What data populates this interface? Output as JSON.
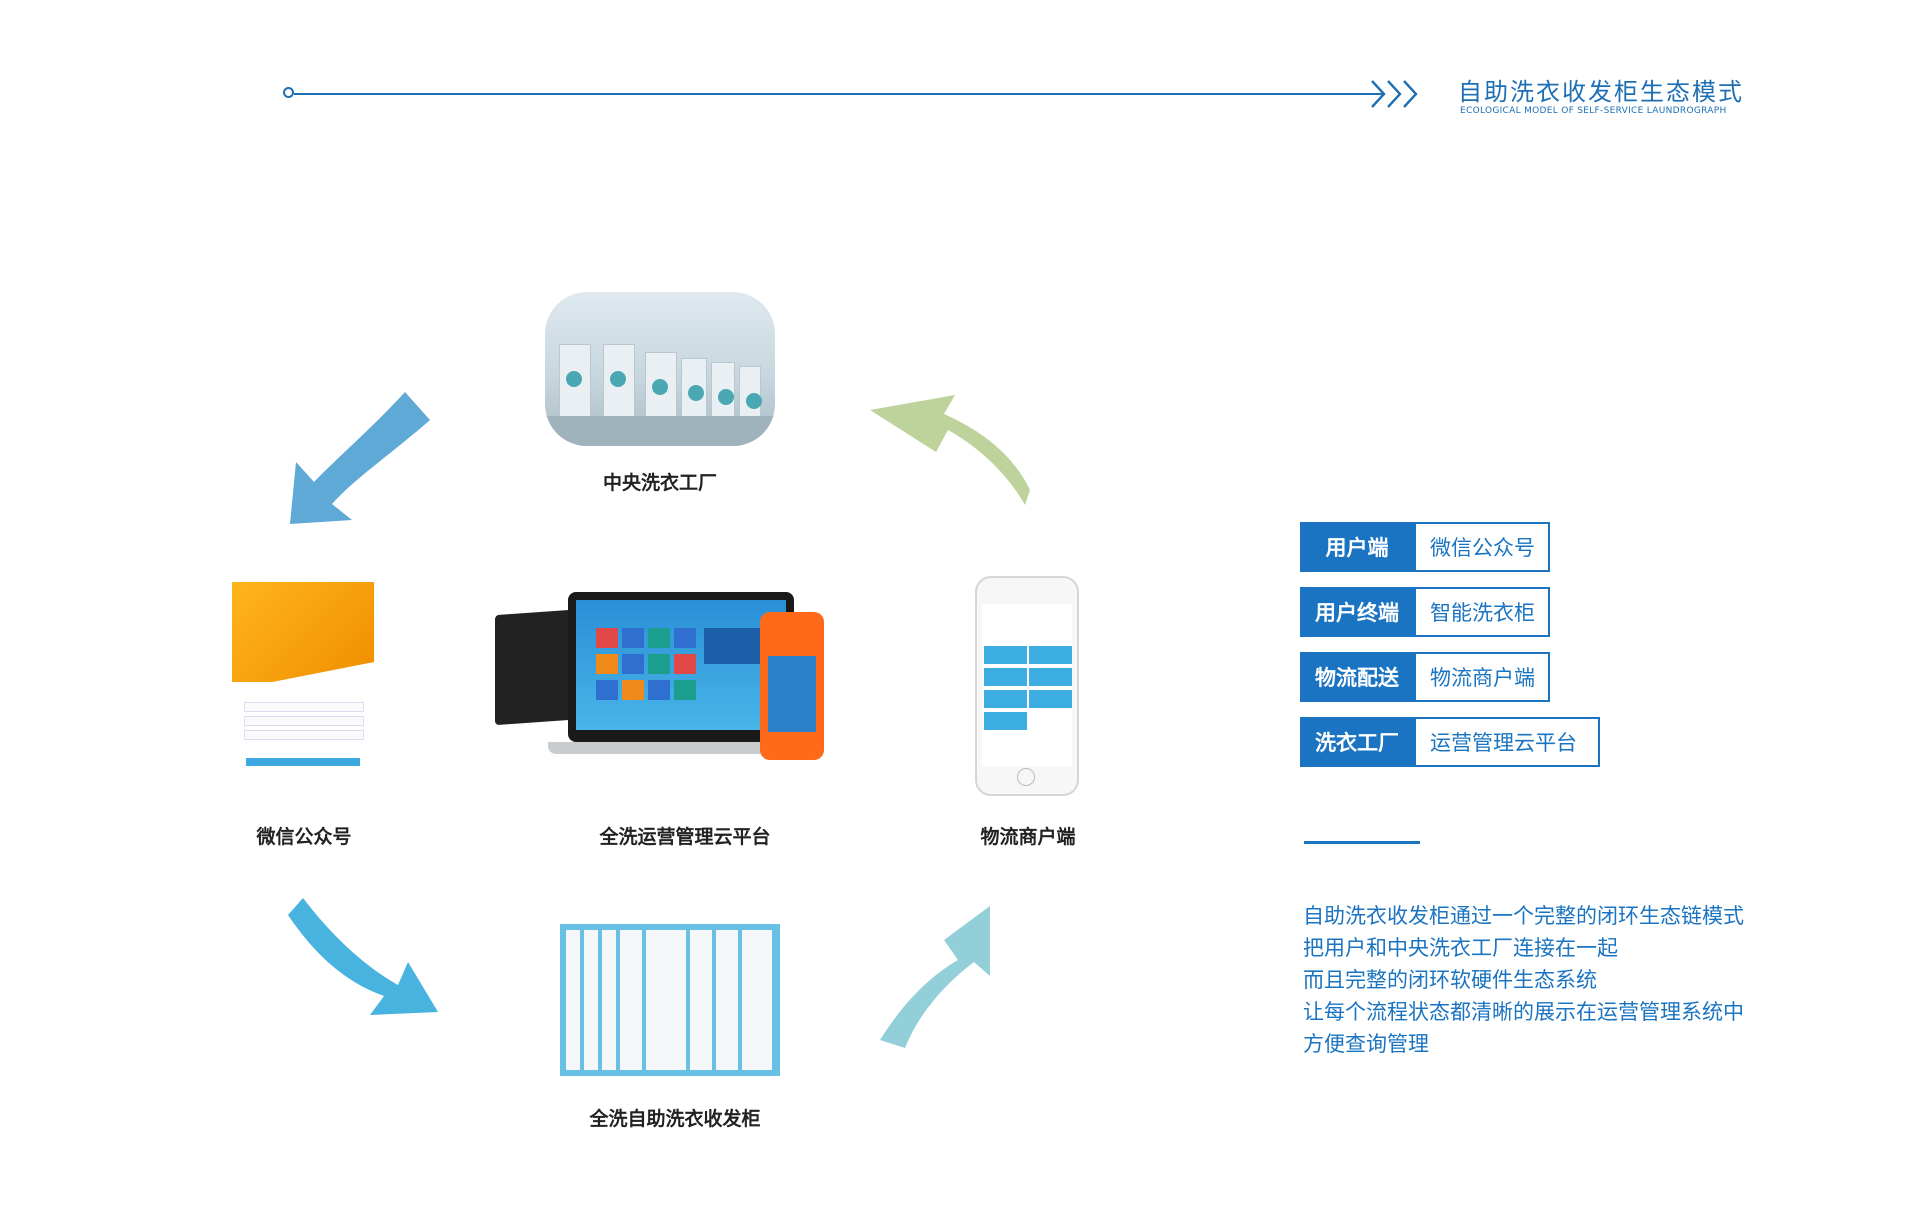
{
  "header": {
    "title": "自助洗衣收发柜生态模式",
    "subtitle": "ECOLOGICAL MODEL OF SELF-SERVICE LAUNDROGRAPH"
  },
  "nodes": {
    "factory": "中央洗衣工厂",
    "wechat": "微信公众号",
    "platform": "全洗运营管理云平台",
    "logistics": "物流商户端",
    "locker": "全洗自助洗衣收发柜"
  },
  "legend": [
    {
      "key": "用户端",
      "value": "微信公众号"
    },
    {
      "key": "用户终端",
      "value": "智能洗衣柜"
    },
    {
      "key": "物流配送",
      "value": "物流商户端"
    },
    {
      "key": "洗衣工厂",
      "value": "运营管理云平台"
    }
  ],
  "description": [
    "自助洗衣收发柜通过一个完整的闭环生态链模式",
    "把用户和中央洗衣工厂连接在一起",
    "而且完整的闭环软硬件生态系统",
    "让每个流程状态都清晰的展示在运营管理系统中",
    "方便查询管理"
  ],
  "colors": {
    "brand": "#1b74c1",
    "arrow_blue": "#5ea9d6",
    "arrow_cyan": "#47b3de",
    "arrow_teal": "#92cfd9",
    "arrow_green": "#bdd39b"
  }
}
